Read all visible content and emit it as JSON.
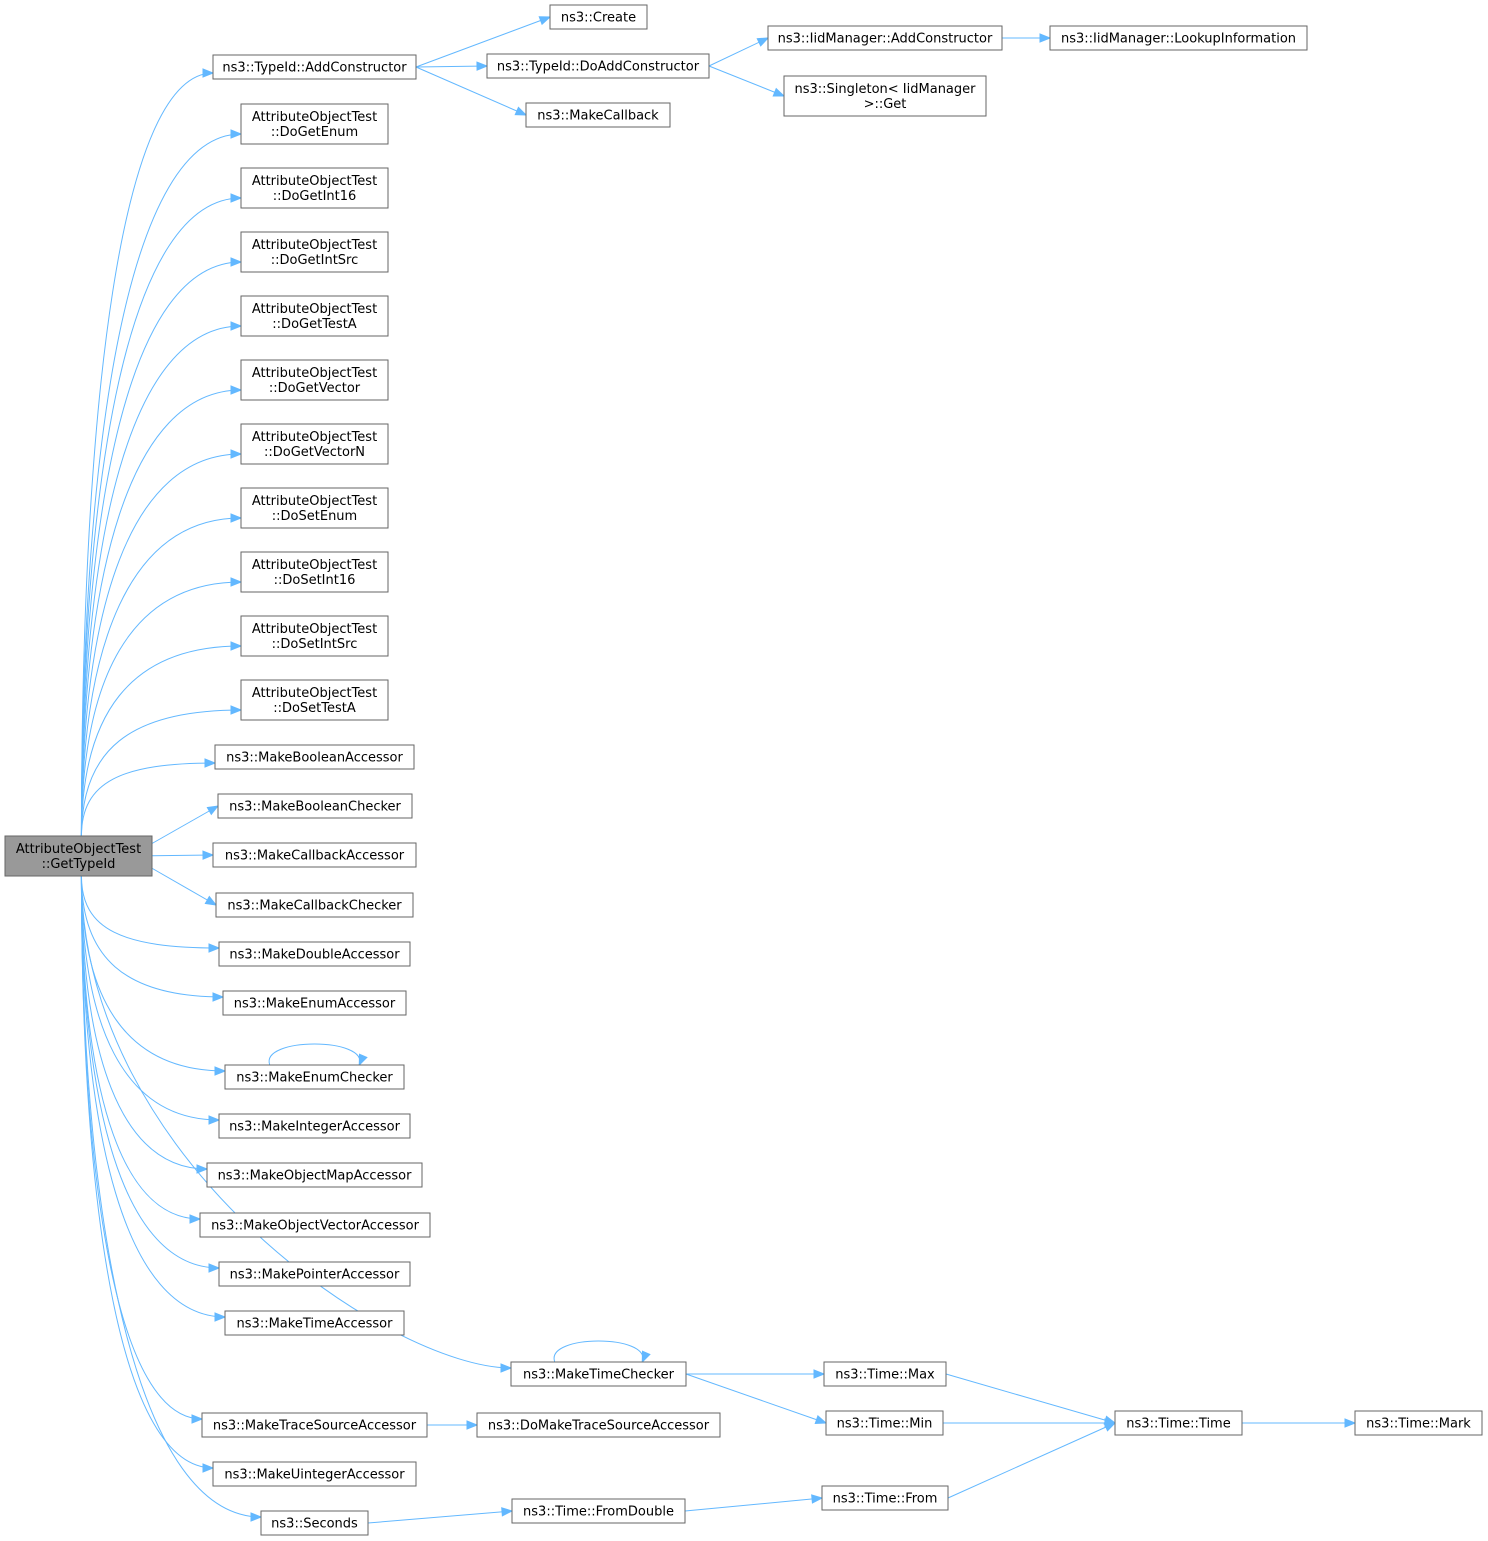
{
  "diagram": {
    "type": "call-graph",
    "colors": {
      "edge": "#63b8ff",
      "root_fill": "#999999",
      "node_fill": "#ffffff",
      "node_border": "#666666"
    },
    "nodes": [
      {
        "id": "root",
        "lines": [
          "AttributeObjectTest",
          "::GetTypeId"
        ],
        "root": true
      },
      {
        "id": "addctor",
        "lines": [
          "ns3::TypeId::AddConstructor"
        ]
      },
      {
        "id": "create",
        "lines": [
          "ns3::Create"
        ]
      },
      {
        "id": "doaddctor",
        "lines": [
          "ns3::TypeId::DoAddConstructor"
        ]
      },
      {
        "id": "iidaddctor",
        "lines": [
          "ns3::IidManager::AddConstructor"
        ]
      },
      {
        "id": "lookup",
        "lines": [
          "ns3::IidManager::LookupInformation"
        ]
      },
      {
        "id": "singleton",
        "lines": [
          "ns3::Singleton< IidManager",
          ">::Get"
        ]
      },
      {
        "id": "makecallback",
        "lines": [
          "ns3::MakeCallback"
        ]
      },
      {
        "id": "dogetenum",
        "lines": [
          "AttributeObjectTest",
          "::DoGetEnum"
        ]
      },
      {
        "id": "dogetint16",
        "lines": [
          "AttributeObjectTest",
          "::DoGetInt16"
        ]
      },
      {
        "id": "dogetintsrc",
        "lines": [
          "AttributeObjectTest",
          "::DoGetIntSrc"
        ]
      },
      {
        "id": "dogettesta",
        "lines": [
          "AttributeObjectTest",
          "::DoGetTestA"
        ]
      },
      {
        "id": "dogetvector",
        "lines": [
          "AttributeObjectTest",
          "::DoGetVector"
        ]
      },
      {
        "id": "dogetvectorn",
        "lines": [
          "AttributeObjectTest",
          "::DoGetVectorN"
        ]
      },
      {
        "id": "dosetenum",
        "lines": [
          "AttributeObjectTest",
          "::DoSetEnum"
        ]
      },
      {
        "id": "dosetint16",
        "lines": [
          "AttributeObjectTest",
          "::DoSetInt16"
        ]
      },
      {
        "id": "dosetintsrc",
        "lines": [
          "AttributeObjectTest",
          "::DoSetIntSrc"
        ]
      },
      {
        "id": "dosettesta",
        "lines": [
          "AttributeObjectTest",
          "::DoSetTestA"
        ]
      },
      {
        "id": "boolacc",
        "lines": [
          "ns3::MakeBooleanAccessor"
        ]
      },
      {
        "id": "boolchk",
        "lines": [
          "ns3::MakeBooleanChecker"
        ]
      },
      {
        "id": "cbacc",
        "lines": [
          "ns3::MakeCallbackAccessor"
        ]
      },
      {
        "id": "cbchk",
        "lines": [
          "ns3::MakeCallbackChecker"
        ]
      },
      {
        "id": "dblacc",
        "lines": [
          "ns3::MakeDoubleAccessor"
        ]
      },
      {
        "id": "enumacc",
        "lines": [
          "ns3::MakeEnumAccessor"
        ]
      },
      {
        "id": "enumchk",
        "lines": [
          "ns3::MakeEnumChecker"
        ]
      },
      {
        "id": "intacc",
        "lines": [
          "ns3::MakeIntegerAccessor"
        ]
      },
      {
        "id": "objmapacc",
        "lines": [
          "ns3::MakeObjectMapAccessor"
        ]
      },
      {
        "id": "objvecacc",
        "lines": [
          "ns3::MakeObjectVectorAccessor"
        ]
      },
      {
        "id": "ptracc",
        "lines": [
          "ns3::MakePointerAccessor"
        ]
      },
      {
        "id": "timeacc",
        "lines": [
          "ns3::MakeTimeAccessor"
        ]
      },
      {
        "id": "timechk",
        "lines": [
          "ns3::MakeTimeChecker"
        ]
      },
      {
        "id": "timemax",
        "lines": [
          "ns3::Time::Max"
        ]
      },
      {
        "id": "timemin",
        "lines": [
          "ns3::Time::Min"
        ]
      },
      {
        "id": "timetime",
        "lines": [
          "ns3::Time::Time"
        ]
      },
      {
        "id": "timemark",
        "lines": [
          "ns3::Time::Mark"
        ]
      },
      {
        "id": "traceacc",
        "lines": [
          "ns3::MakeTraceSourceAccessor"
        ]
      },
      {
        "id": "domaketrace",
        "lines": [
          "ns3::DoMakeTraceSourceAccessor"
        ]
      },
      {
        "id": "uintacc",
        "lines": [
          "ns3::MakeUintegerAccessor"
        ]
      },
      {
        "id": "seconds",
        "lines": [
          "ns3::Seconds"
        ]
      },
      {
        "id": "fromdouble",
        "lines": [
          "ns3::Time::FromDouble"
        ]
      },
      {
        "id": "timefrom",
        "lines": [
          "ns3::Time::From"
        ]
      }
    ],
    "edges": [
      [
        "root",
        "addctor"
      ],
      [
        "root",
        "dogetenum"
      ],
      [
        "root",
        "dogetint16"
      ],
      [
        "root",
        "dogetintsrc"
      ],
      [
        "root",
        "dogettesta"
      ],
      [
        "root",
        "dogetvector"
      ],
      [
        "root",
        "dogetvectorn"
      ],
      [
        "root",
        "dosetenum"
      ],
      [
        "root",
        "dosetint16"
      ],
      [
        "root",
        "dosetintsrc"
      ],
      [
        "root",
        "dosettesta"
      ],
      [
        "root",
        "boolacc"
      ],
      [
        "root",
        "boolchk"
      ],
      [
        "root",
        "cbacc"
      ],
      [
        "root",
        "cbchk"
      ],
      [
        "root",
        "dblacc"
      ],
      [
        "root",
        "enumacc"
      ],
      [
        "root",
        "enumchk"
      ],
      [
        "root",
        "intacc"
      ],
      [
        "root",
        "objmapacc"
      ],
      [
        "root",
        "objvecacc"
      ],
      [
        "root",
        "ptracc"
      ],
      [
        "root",
        "timeacc"
      ],
      [
        "root",
        "timechk"
      ],
      [
        "root",
        "traceacc"
      ],
      [
        "root",
        "uintacc"
      ],
      [
        "root",
        "seconds"
      ],
      [
        "addctor",
        "create"
      ],
      [
        "addctor",
        "doaddctor"
      ],
      [
        "addctor",
        "makecallback"
      ],
      [
        "doaddctor",
        "iidaddctor"
      ],
      [
        "doaddctor",
        "singleton"
      ],
      [
        "iidaddctor",
        "lookup"
      ],
      [
        "enumchk",
        "enumchk"
      ],
      [
        "timechk",
        "timechk"
      ],
      [
        "timechk",
        "timemax"
      ],
      [
        "timechk",
        "timemin"
      ],
      [
        "timemax",
        "timetime"
      ],
      [
        "timemin",
        "timetime"
      ],
      [
        "timetime",
        "timemark"
      ],
      [
        "traceacc",
        "domaketrace"
      ],
      [
        "seconds",
        "fromdouble"
      ],
      [
        "fromdouble",
        "timefrom"
      ],
      [
        "timefrom",
        "timetime"
      ]
    ]
  }
}
